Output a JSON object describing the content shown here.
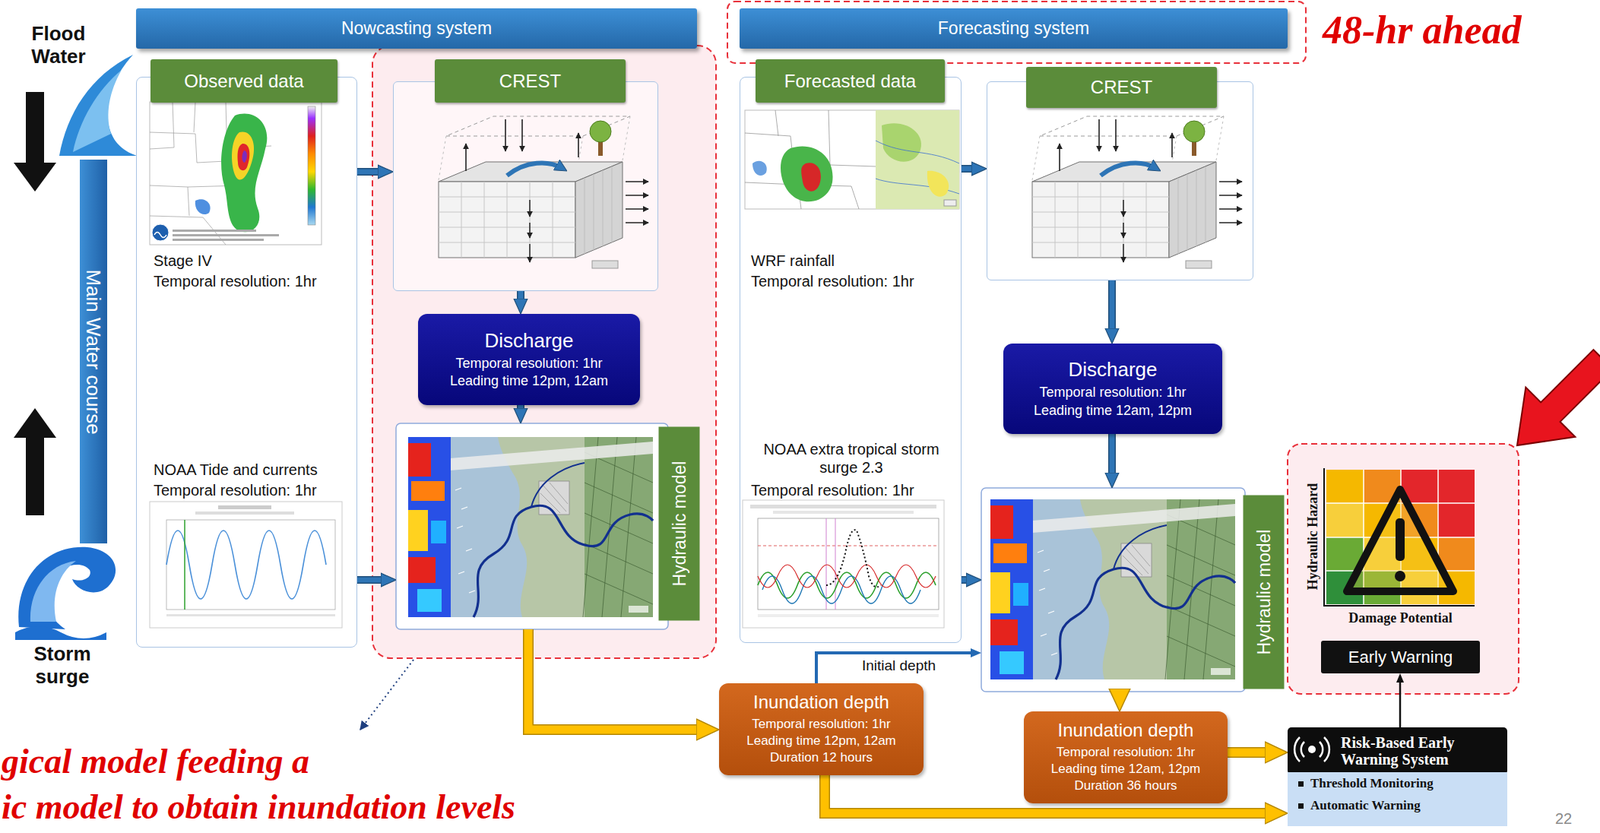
{
  "diagram": {
    "nodes": [
      {
        "text": [
          "Nowcasting system"
        ]
      },
      {
        "text": [
          "Forecasting system"
        ]
      },
      {
        "text": [
          "Main Water course"
        ]
      },
      {
        "text": [
          "Observed data",
          "Stage IV",
          "Temporal resolution: 1hr",
          "NOAA Tide and currents",
          "Temporal resolution: 1hr"
        ]
      },
      {
        "text": [
          "CREST"
        ]
      },
      {
        "text": [
          "Discharge",
          "Temporal resolution: 1hr",
          "Leading time 12pm, 12am"
        ]
      },
      {
        "text": [
          "Hydraulic model"
        ]
      },
      {
        "text": [
          "Forecasted data",
          "WRF rainfall",
          "Temporal resolution: 1hr",
          "NOAA extra tropical storm surge 2.3",
          "Temporal resolution: 1hr"
        ]
      },
      {
        "text": [
          "CREST"
        ]
      },
      {
        "text": [
          "Discharge",
          "Temporal resolution: 1hr",
          "Leading time 12am, 12pm"
        ]
      },
      {
        "text": [
          "Hydraulic model"
        ]
      },
      {
        "text": [
          "Inundation depth",
          "Temporal resolution: 1hr",
          "Leading time 12pm, 12am",
          "Duration 12 hours"
        ]
      },
      {
        "text": [
          "Inundation depth",
          "Temporal resolution: 1hr",
          "Leading time 12am, 12pm",
          "Duration 36 hours"
        ]
      },
      {
        "text": [
          "Early Warning"
        ]
      },
      {
        "text": [
          "Risk-Based Early Warning System",
          "Threshold Monitoring",
          "Automatic Warning"
        ]
      }
    ],
    "edges": [
      {
        "from": 3,
        "to": 4,
        "arrow": "to"
      },
      {
        "from": 3,
        "to": 6,
        "arrow": "to"
      },
      {
        "from": 4,
        "to": 5,
        "arrow": "to"
      },
      {
        "from": 5,
        "to": 6,
        "arrow": "to"
      },
      {
        "from": 6,
        "to": 11,
        "arrow": "to"
      },
      {
        "from": 7,
        "to": 8,
        "arrow": "to"
      },
      {
        "from": 7,
        "to": 10,
        "arrow": "to"
      },
      {
        "from": 8,
        "to": 9,
        "arrow": "to"
      },
      {
        "from": 9,
        "to": 10,
        "arrow": "to"
      },
      {
        "from": 11,
        "to": 10,
        "label": "Initial depth",
        "arrow": "to"
      },
      {
        "from": 10,
        "to": 12,
        "arrow": "to"
      },
      {
        "from": 12,
        "to": 14,
        "arrow": "to"
      },
      {
        "from": 11,
        "to": 14,
        "arrow": "to"
      },
      {
        "from": 14,
        "to": 13,
        "arrow": "to"
      }
    ],
    "labels": [
      "Flood Water",
      "48-hr ahead",
      "Storm surge",
      "Hydraulic Hazard",
      "Damage Potential",
      "gical model feeding a",
      "ic model to obtain inundation levels",
      "22"
    ]
  }
}
